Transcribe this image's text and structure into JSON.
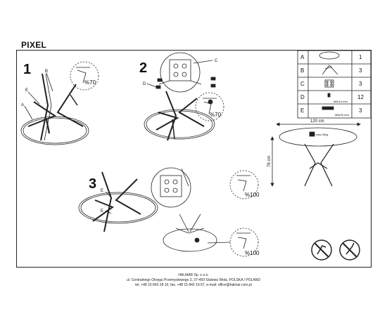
{
  "title": "PIXEL",
  "steps": [
    "1",
    "2",
    "3"
  ],
  "part_labels": {
    "step1": [
      "A",
      "B",
      "E"
    ],
    "step2": [
      "C",
      "D"
    ],
    "step3": [
      "E",
      "E"
    ]
  },
  "tool_hints": [
    "%70",
    "%70",
    "%100",
    "%100"
  ],
  "parts_table": [
    {
      "letter": "A",
      "qty": "1",
      "spec": ""
    },
    {
      "letter": "B",
      "qty": "3",
      "spec": ""
    },
    {
      "letter": "C",
      "qty": "3",
      "spec": ""
    },
    {
      "letter": "D",
      "qty": "12",
      "spec": "M8x10 mm"
    },
    {
      "letter": "E",
      "qty": "3",
      "spec": "M8x20 mm"
    }
  ],
  "dimensions": {
    "width": "120 cm",
    "height": "76 cm",
    "max_load": "max.30kg"
  },
  "footer": {
    "company": "HALMAR Sp. z o.o.",
    "address": "ul. Centralnego Okręgu Przemysłowego 2, 37-450 Stalowa Wola, POLSKA / POLAND",
    "contact": "tel. +48 15 843 28 10, fax. +48 15 842 19 57, e-mail: office@halmar.com.pl"
  }
}
